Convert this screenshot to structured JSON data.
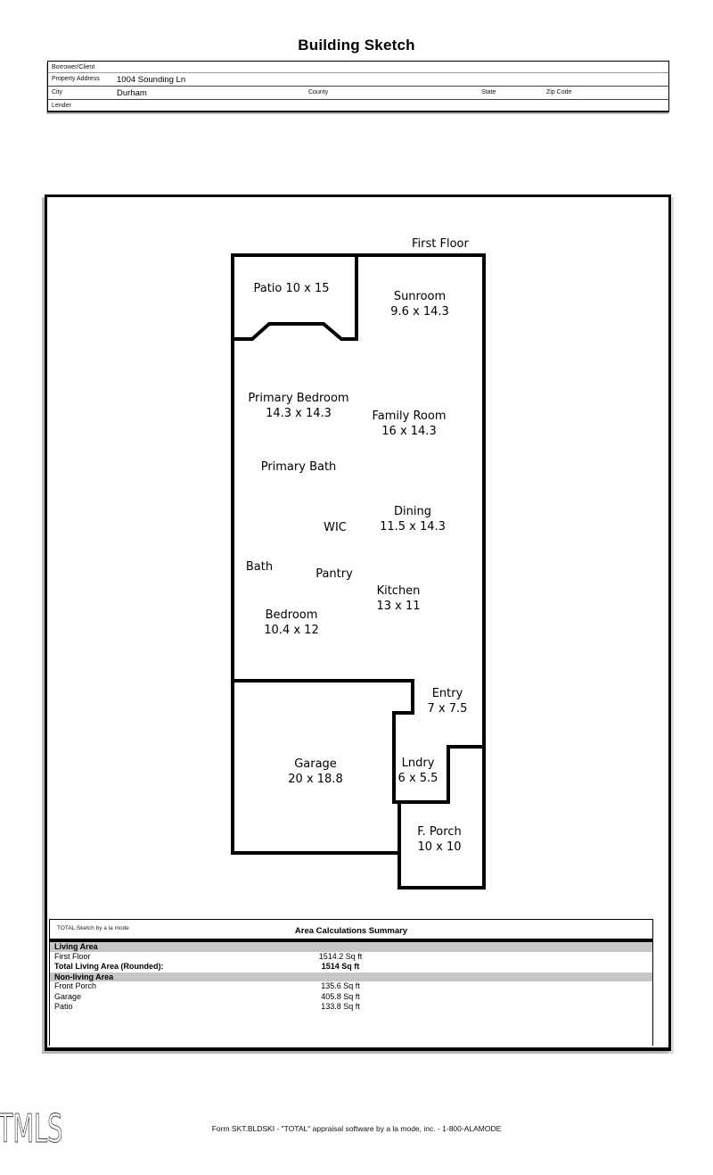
{
  "title": "Building Sketch",
  "form": {
    "borrower_label": "Borrower/Client",
    "property_label": "Property Address",
    "property_value": "1004 Sounding Ln",
    "city_label": "City",
    "city_value": "Durham",
    "county_label": "County",
    "state_label": "State",
    "zip_label": "Zip Code",
    "lender_label": "Lender"
  },
  "sketch": {
    "floor_label": "First Floor",
    "rooms": [
      {
        "id": "patio",
        "name": "Patio 10 x 15",
        "dims": ""
      },
      {
        "id": "sunroom",
        "name": "Sunroom",
        "dims": "9.6 x 14.3"
      },
      {
        "id": "primary-bedroom",
        "name": "Primary Bedroom",
        "dims": "14.3 x 14.3"
      },
      {
        "id": "family-room",
        "name": "Family Room",
        "dims": "16 x 14.3"
      },
      {
        "id": "primary-bath",
        "name": "Primary Bath",
        "dims": ""
      },
      {
        "id": "dining",
        "name": "Dining",
        "dims": "11.5 x 14.3"
      },
      {
        "id": "wic",
        "name": "WIC",
        "dims": ""
      },
      {
        "id": "bath",
        "name": "Bath",
        "dims": ""
      },
      {
        "id": "pantry",
        "name": "Pantry",
        "dims": ""
      },
      {
        "id": "kitchen",
        "name": "Kitchen",
        "dims": "13 x 11"
      },
      {
        "id": "bedroom",
        "name": "Bedroom",
        "dims": "10.4 x 12"
      },
      {
        "id": "entry",
        "name": "Entry",
        "dims": "7 x 7.5"
      },
      {
        "id": "garage",
        "name": "Garage",
        "dims": "20 x 18.8"
      },
      {
        "id": "laundry",
        "name": "Lndry",
        "dims": "6 x 5.5"
      },
      {
        "id": "front-porch",
        "name": "F. Porch",
        "dims": "10 x 10"
      }
    ]
  },
  "summary": {
    "brand": "TOTAL Sketch by a la mode",
    "title": "Area Calculations Summary",
    "living_header": "Living Area",
    "living_rows": [
      {
        "label": "First Floor",
        "value": "1514.2 Sq ft"
      },
      {
        "label": "Total Living Area (Rounded):",
        "value": "1514 Sq ft"
      }
    ],
    "nonliving_header": "Non-living Area",
    "nonliving_rows": [
      {
        "label": "Front Porch",
        "value": "135.6 Sq ft"
      },
      {
        "label": "Garage",
        "value": "405.8 Sq ft"
      },
      {
        "label": "Patio",
        "value": "133.8 Sq ft"
      }
    ]
  },
  "footer": {
    "text": "Form SKT.BLDSKI - \"TOTAL\" appraisal software by a la mode, inc. - 1-800-ALAMODE",
    "logo": "TMLS"
  },
  "colors": {
    "wall": "#000000",
    "section_band": "#c6c6c6",
    "shadow": "#b8b8b8"
  }
}
